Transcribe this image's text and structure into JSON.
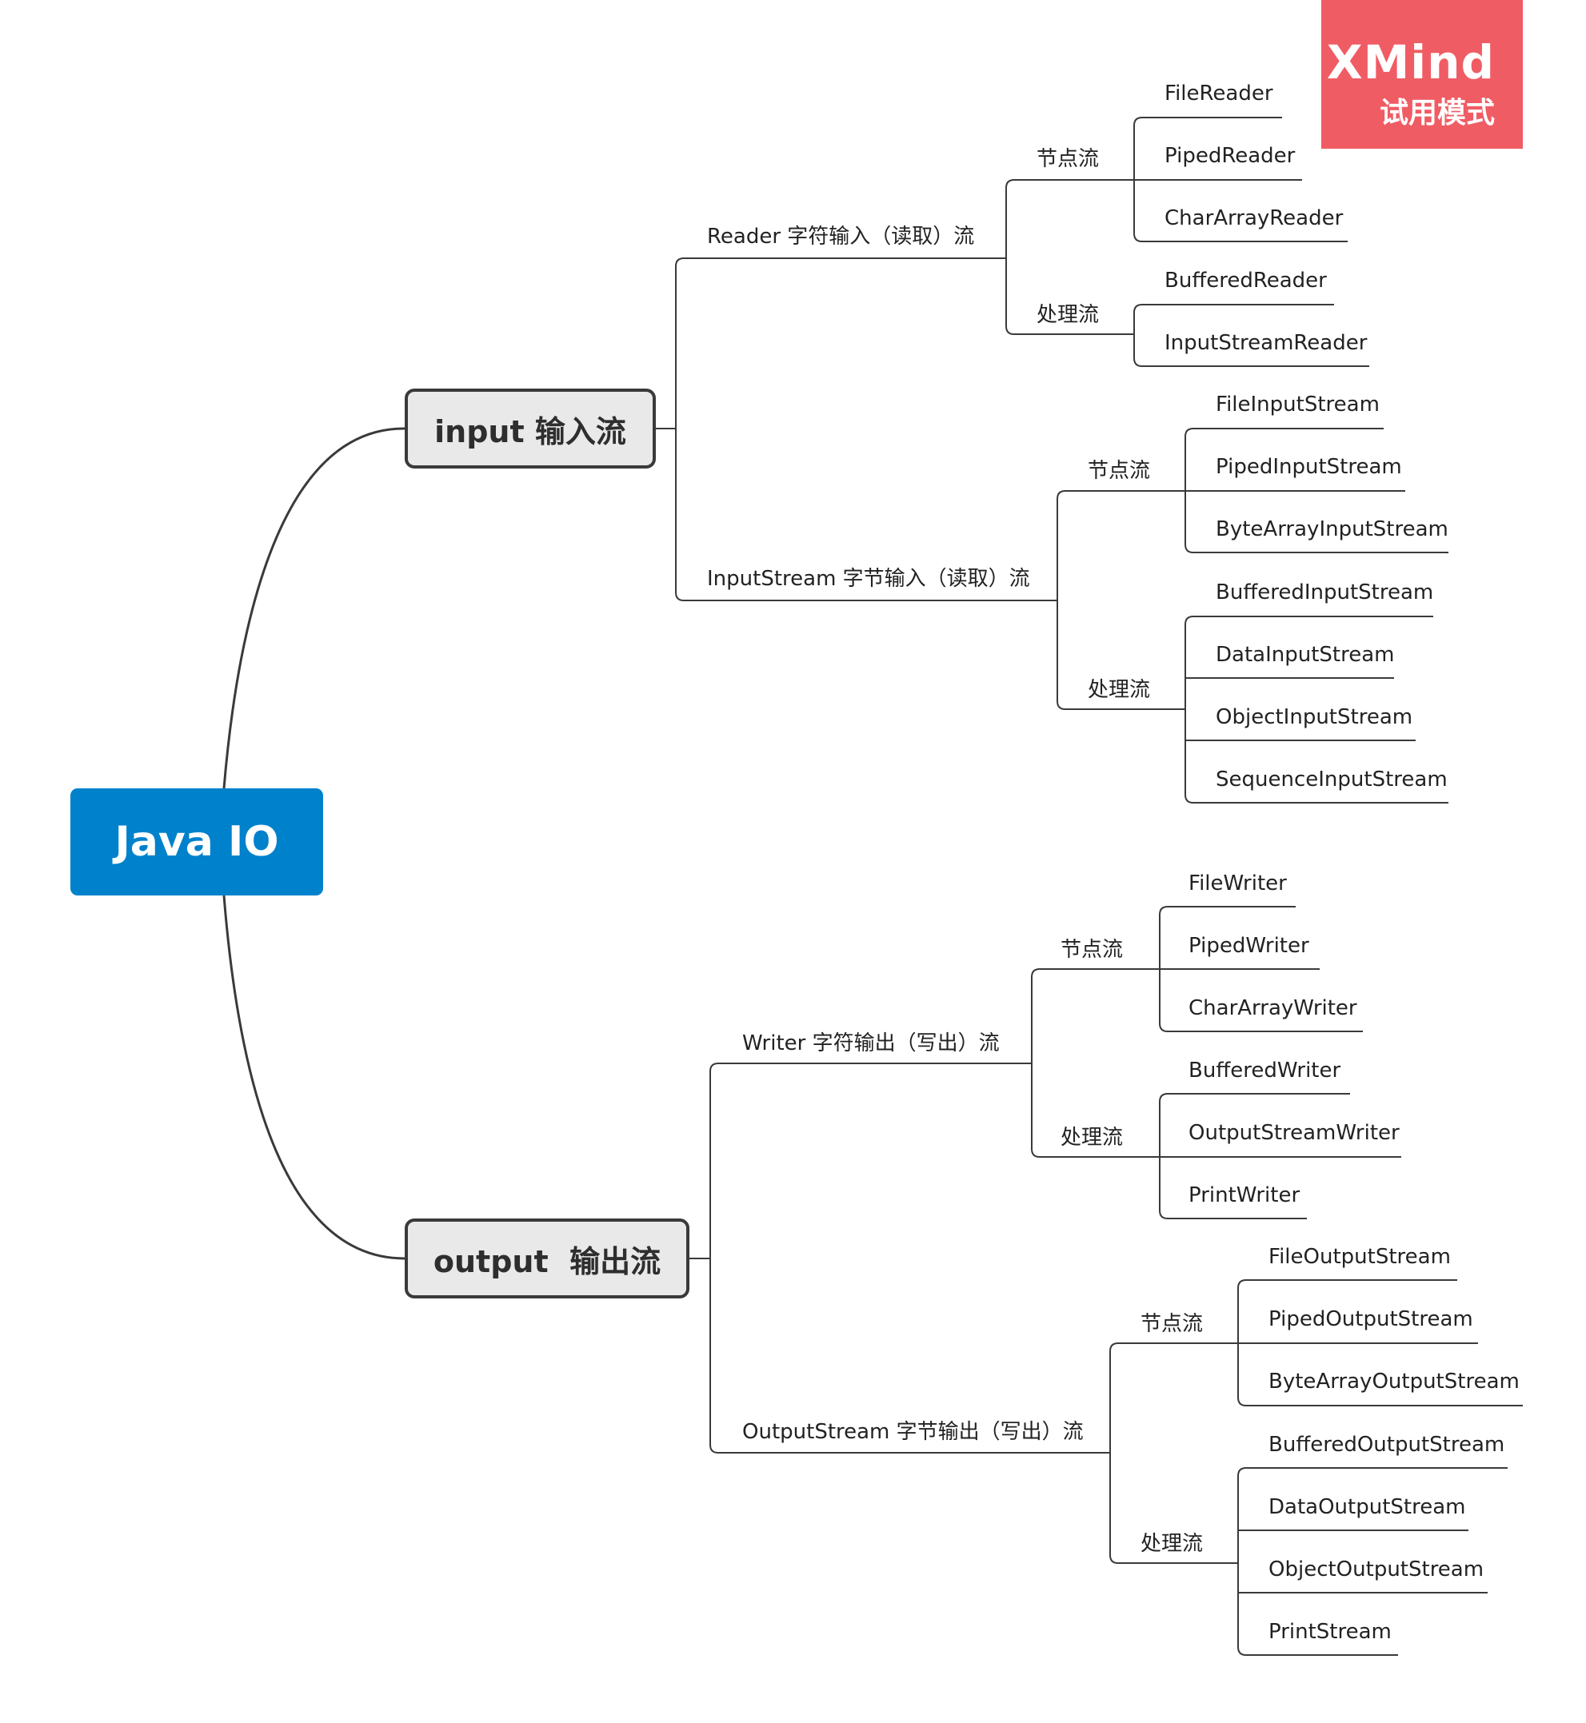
{
  "watermark": {
    "brand": "XMind",
    "mode": "试用模式"
  },
  "colors": {
    "root": "#0081cc",
    "main_fill": "#e9e9e9",
    "line": "#3a3a3a",
    "watermark": "#f05c64"
  },
  "mindmap": {
    "root": "Java IO",
    "input": {
      "title": "input 输入流",
      "reader": {
        "title": "Reader 字符输入（读取）流",
        "node_group": "节点流",
        "node_items": [
          "FileReader",
          "PipedReader",
          "CharArrayReader"
        ],
        "proc_group": "处理流",
        "proc_items": [
          "BufferedReader",
          "InputStreamReader"
        ]
      },
      "inputstream": {
        "title": "InputStream 字节输入（读取）流",
        "node_group": "节点流",
        "node_items": [
          "FileInputStream",
          "PipedInputStream",
          "ByteArrayInputStream"
        ],
        "proc_group": "处理流",
        "proc_items": [
          "BufferedInputStream",
          "DataInputStream",
          "ObjectInputStream",
          "SequenceInputStream"
        ]
      }
    },
    "output": {
      "title": "output  输出流",
      "writer": {
        "title": "Writer 字符输出（写出）流",
        "node_group": "节点流",
        "node_items": [
          "FileWriter",
          "PipedWriter",
          "CharArrayWriter"
        ],
        "proc_group": "处理流",
        "proc_items": [
          "BufferedWriter",
          "OutputStreamWriter",
          "PrintWriter"
        ]
      },
      "outputstream": {
        "title": "OutputStream 字节输出（写出）流",
        "node_group": "节点流",
        "node_items": [
          "FileOutputStream",
          "PipedOutputStream",
          "ByteArrayOutputStream"
        ],
        "proc_group": "处理流",
        "proc_items": [
          "BufferedOutputStream",
          "DataOutputStream",
          "ObjectOutputStream",
          "PrintStream"
        ]
      }
    }
  }
}
